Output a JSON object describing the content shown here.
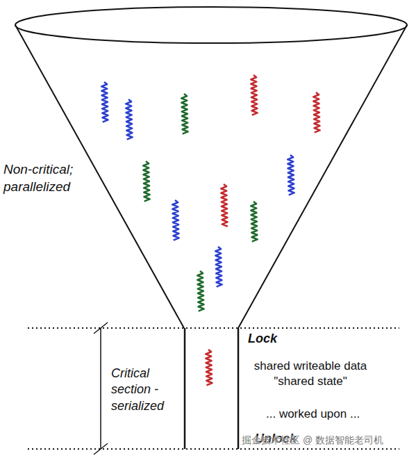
{
  "diagram": {
    "labels": [
      "Non-critical; parallelized",
      "Critical section - serialized",
      "Lock",
      "shared writeable data \"shared state\"",
      "... worked upon ...",
      "Unlock",
      "掘金技术社区 @ 数据智能老司机"
    ]
  }
}
